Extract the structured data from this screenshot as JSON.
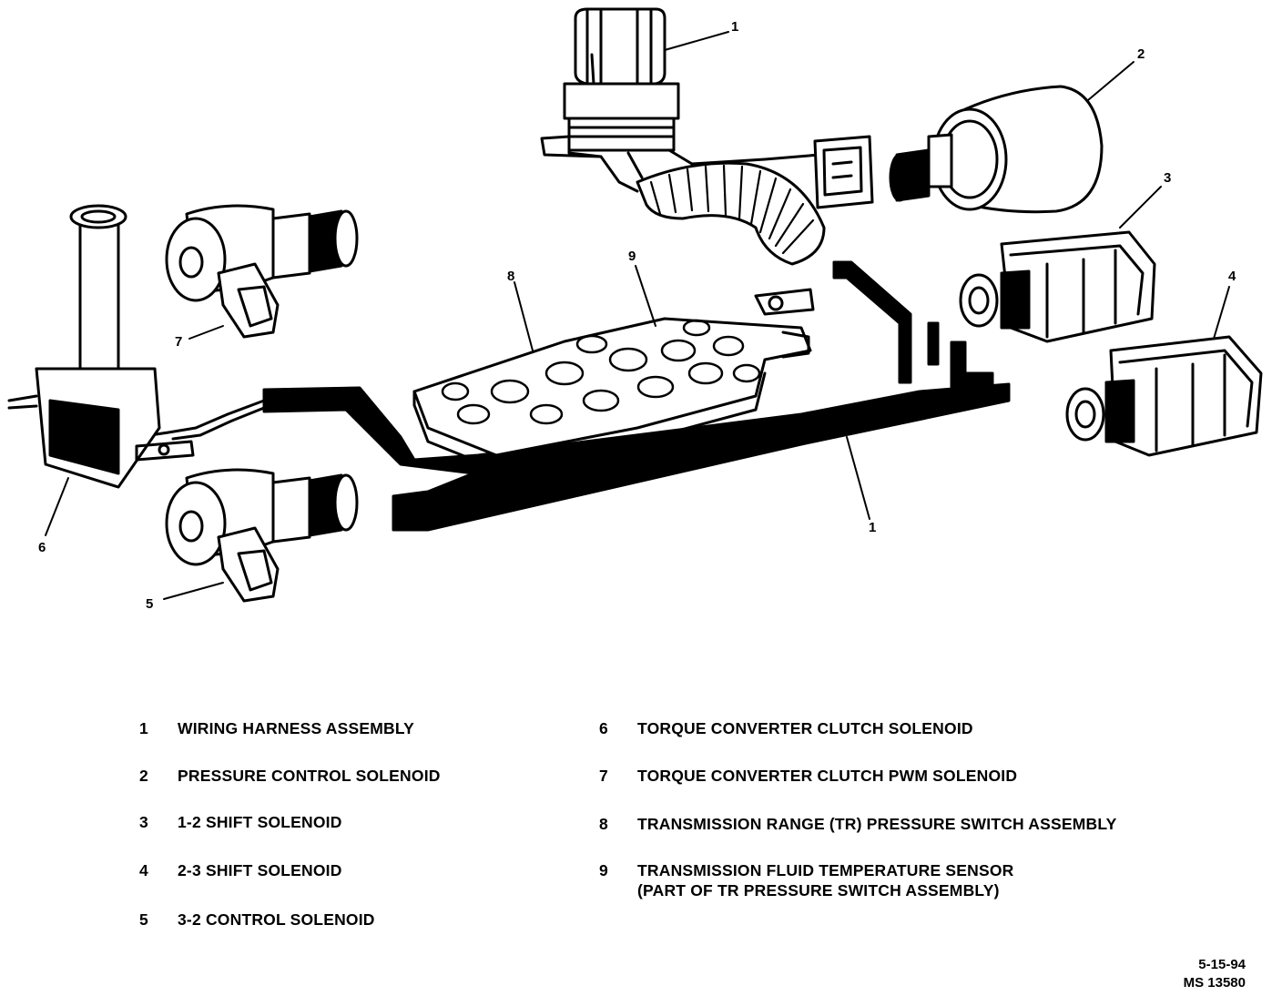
{
  "callouts": {
    "c1_top": "1",
    "c2": "2",
    "c3": "3",
    "c4": "4",
    "c7": "7",
    "c8": "8",
    "c9": "9",
    "c6": "6",
    "c1_bottom": "1",
    "c5": "5"
  },
  "legend": [
    {
      "num": "1",
      "text": "WIRING HARNESS ASSEMBLY"
    },
    {
      "num": "2",
      "text": "PRESSURE CONTROL SOLENOID"
    },
    {
      "num": "3",
      "text": "1-2 SHIFT SOLENOID"
    },
    {
      "num": "4",
      "text": "2-3 SHIFT SOLENOID"
    },
    {
      "num": "5",
      "text": "3-2 CONTROL SOLENOID"
    },
    {
      "num": "6",
      "text": "TORQUE CONVERTER CLUTCH SOLENOID"
    },
    {
      "num": "7",
      "text": "TORQUE CONVERTER CLUTCH PWM SOLENOID"
    },
    {
      "num": "8",
      "text": "TRANSMISSION RANGE (TR) PRESSURE SWITCH ASSEMBLY"
    },
    {
      "num": "9",
      "text": "TRANSMISSION FLUID TEMPERATURE SENSOR",
      "text2": "(PART OF TR PRESSURE SWITCH ASSEMBLY)"
    }
  ],
  "stamp": {
    "date": "5-15-94",
    "code": "MS 13580"
  }
}
